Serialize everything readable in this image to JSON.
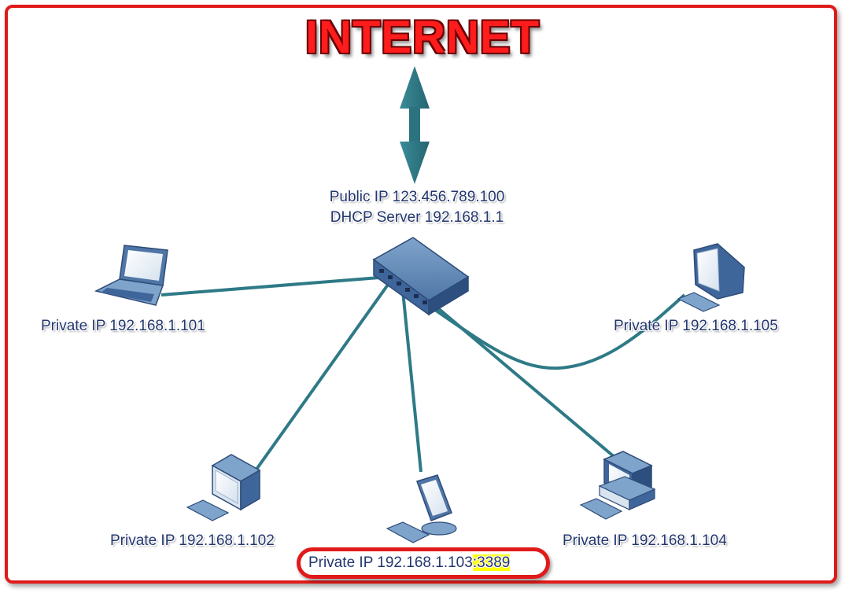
{
  "title": "INTERNET",
  "router": {
    "public_ip": "Public IP 123.456.789.100",
    "dhcp": "DHCP Server 192.168.1.1"
  },
  "hosts": [
    {
      "label": "Private IP 192.168.1.101",
      "icon": "laptop-icon"
    },
    {
      "label": "Private IP 192.168.1.102",
      "icon": "desktop-computer-icon"
    },
    {
      "label": "Private IP 192.168.1.103",
      "port": ":3389",
      "icon": "flat-monitor-icon"
    },
    {
      "label": "Private IP 192.168.1.104",
      "icon": "workstation-icon"
    },
    {
      "label": "Private IP 192.168.1.105",
      "icon": "crt-monitor-icon"
    }
  ],
  "colors": {
    "frame": "#e01a1a",
    "title": "#ff1c1c",
    "link": "#2e7a86",
    "label": "#23366e",
    "port_highlight": "#ffff00"
  }
}
